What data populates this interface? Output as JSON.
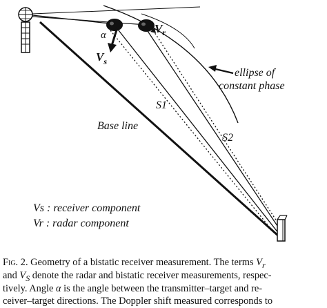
{
  "diagram": {
    "labels": {
      "alpha": "α",
      "vs_letter": "V",
      "vs_sub": "s",
      "vr_letter": "V",
      "vr_sub": "r",
      "ellipse_line1": "ellipse of",
      "ellipse_line2": "constant phase",
      "s1": "S1",
      "s2": "S2",
      "baseline": "Base line"
    },
    "legend": {
      "vs": "Vs : receiver component",
      "vr": "Vr : radar component"
    }
  },
  "caption": {
    "lines": [
      [
        "Fig.",
        " 2. Geometry of a bistatic receiver measurement. The terms ",
        "V",
        "r"
      ],
      [
        "and ",
        "V",
        "S",
        " denote the radar and bistatic receiver measurements, respec-"
      ],
      [
        "tively. Angle ",
        "α",
        " is the angle between the transmitter–target and re-"
      ],
      [
        "ceiver–target directions. The Doppler shift measured corresponds to"
      ]
    ]
  }
}
